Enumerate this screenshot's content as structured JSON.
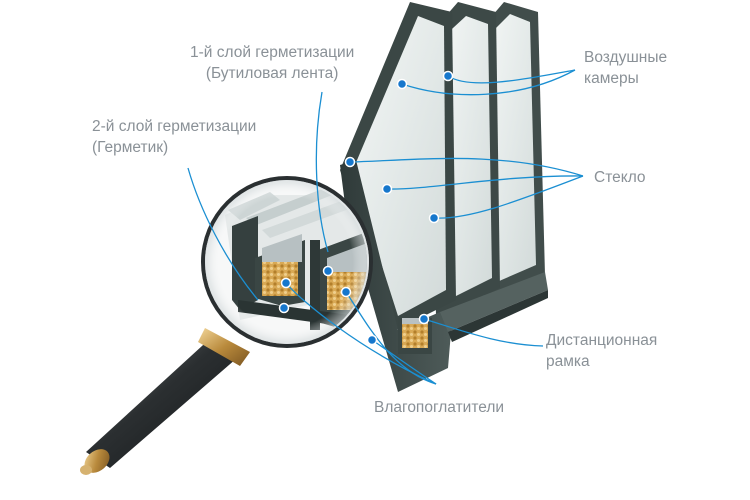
{
  "labels": {
    "seal1": {
      "line1": "1-й слой герметизации",
      "line2": "(Бутиловая лента)"
    },
    "seal2": {
      "line1": "2-й слой герметизации",
      "line2": "(Герметик)"
    },
    "air": {
      "line1": "Воздушные",
      "line2": "камеры"
    },
    "glass": "Стекло",
    "spacer": {
      "line1": "Дистанционная",
      "line2": "рамка"
    },
    "desiccant": "Влагопоглатители"
  },
  "colors": {
    "leader": "#1b8fd2",
    "dot": "#1677cc",
    "frame": "#3d4a48",
    "glass": "#e7eceb",
    "desiccant": "#d4a14a",
    "label": "#8a9197"
  }
}
